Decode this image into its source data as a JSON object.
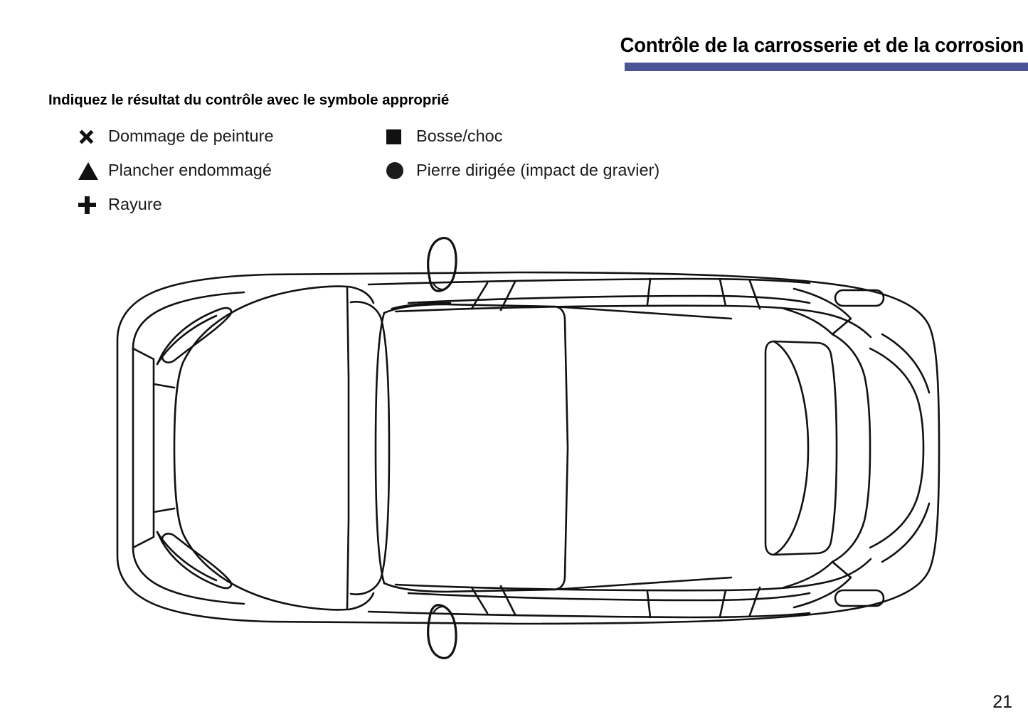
{
  "header": {
    "title": "Contrôle de la carrosserie et de la corrosion",
    "rule_color": "#4a5496"
  },
  "instruction": "Indiquez le résultat du contrôle avec le symbole approprié",
  "legend": {
    "left_column": [
      {
        "symbol": "x-mark-icon",
        "label": "Dommage de peinture"
      },
      {
        "symbol": "filled-triangle-icon",
        "label": "Plancher endommagé"
      },
      {
        "symbol": "plus-mark-icon",
        "label": "Rayure"
      }
    ],
    "right_column": [
      {
        "symbol": "filled-square-icon",
        "label": "Bosse/choc"
      },
      {
        "symbol": "filled-circle-icon",
        "label": "Pierre dirigée (impact de gravier)"
      }
    ]
  },
  "diagram": {
    "name": "vehicle-top-view-outline",
    "description": "Vue de dessus de la carrosserie",
    "stroke_color": "#111111",
    "fill_color": "#ffffff"
  },
  "footer": {
    "page_number": "21"
  }
}
